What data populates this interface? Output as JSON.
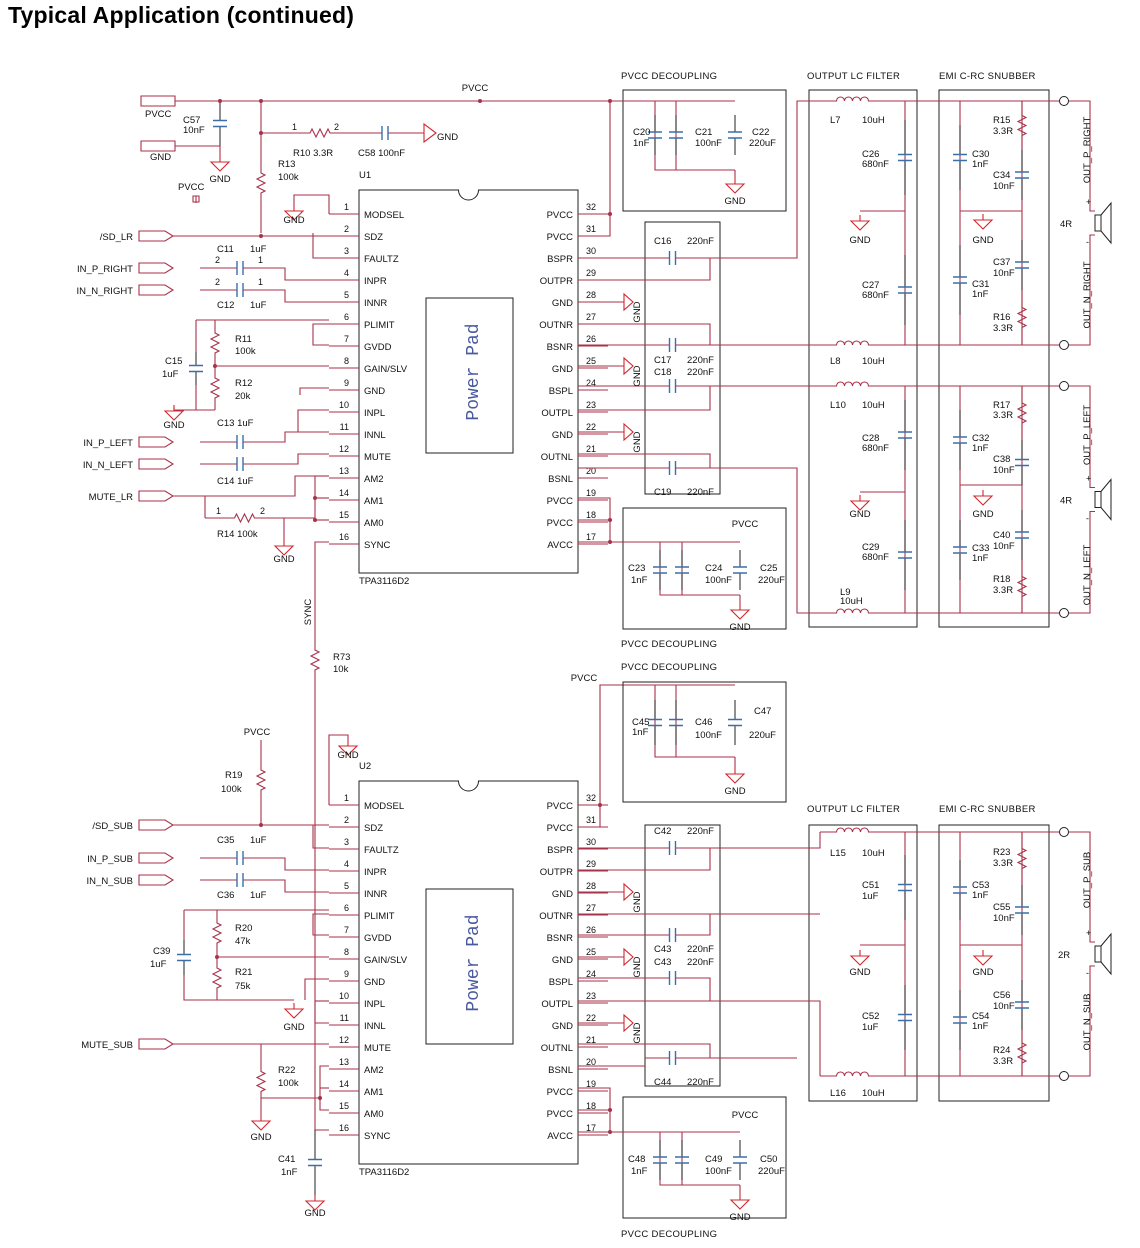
{
  "title": "Typical Application (continued)",
  "sections": {
    "pvcc_dec": "PVCC DECOUPLING",
    "lc": "OUTPUT LC FILTER",
    "emi": "EMI C-RC SNUBBER"
  },
  "ic": {
    "u1": "U1",
    "u2": "U2",
    "part": "TPA3116D2",
    "pad": "Power Pad"
  },
  "ic_pins_left": [
    {
      "n": "1",
      "l": "MODSEL"
    },
    {
      "n": "2",
      "l": "SDZ"
    },
    {
      "n": "3",
      "l": "FAULTZ"
    },
    {
      "n": "4",
      "l": "INPR"
    },
    {
      "n": "5",
      "l": "INNR"
    },
    {
      "n": "6",
      "l": "PLIMIT"
    },
    {
      "n": "7",
      "l": "GVDD"
    },
    {
      "n": "8",
      "l": "GAIN/SLV"
    },
    {
      "n": "9",
      "l": "GND"
    },
    {
      "n": "10",
      "l": "INPL"
    },
    {
      "n": "11",
      "l": "INNL"
    },
    {
      "n": "12",
      "l": "MUTE"
    },
    {
      "n": "13",
      "l": "AM2"
    },
    {
      "n": "14",
      "l": "AM1"
    },
    {
      "n": "15",
      "l": "AM0"
    },
    {
      "n": "16",
      "l": "SYNC"
    }
  ],
  "ic_pins_right": [
    {
      "n": "32",
      "l": "PVCC"
    },
    {
      "n": "31",
      "l": "PVCC"
    },
    {
      "n": "30",
      "l": "BSPR"
    },
    {
      "n": "29",
      "l": "OUTPR"
    },
    {
      "n": "28",
      "l": "GND"
    },
    {
      "n": "27",
      "l": "OUTNR"
    },
    {
      "n": "26",
      "l": "BSNR"
    },
    {
      "n": "25",
      "l": "GND"
    },
    {
      "n": "24",
      "l": "BSPL"
    },
    {
      "n": "23",
      "l": "OUTPL"
    },
    {
      "n": "22",
      "l": "GND"
    },
    {
      "n": "21",
      "l": "OUTNL"
    },
    {
      "n": "20",
      "l": "BSNL"
    },
    {
      "n": "19",
      "l": "PVCC"
    },
    {
      "n": "18",
      "l": "PVCC"
    },
    {
      "n": "17",
      "l": "AVCC"
    }
  ],
  "nets": {
    "pvcc": "PVCC",
    "gnd": "GND",
    "sync": "SYNC"
  },
  "top": {
    "ports": [
      "/SD_LR",
      "IN_P_RIGHT",
      "IN_N_RIGHT",
      "IN_P_LEFT",
      "IN_N_LEFT",
      "MUTE_LR"
    ],
    "c57": [
      "C57",
      "10nF"
    ],
    "r10": [
      "R10",
      "3.3R"
    ],
    "c58": [
      "C58",
      "100nF"
    ],
    "r13": [
      "R13",
      "100k"
    ],
    "c11": [
      "C11",
      "1uF"
    ],
    "c12": [
      "C12",
      "1uF"
    ],
    "c13": [
      "C13",
      "1uF"
    ],
    "c14": [
      "C14",
      "1uF"
    ],
    "r11": [
      "R11",
      "100k"
    ],
    "r12": [
      "R12",
      "20k"
    ],
    "c15": [
      "C15",
      "1uF"
    ],
    "r14": [
      "R14",
      "100k"
    ],
    "c20": [
      "C20",
      "1nF"
    ],
    "c21": [
      "C21",
      "100nF"
    ],
    "c22": [
      "C22",
      "220uF"
    ],
    "c16": [
      "C16",
      "220nF"
    ],
    "c17": [
      "C17",
      "220nF"
    ],
    "c18": [
      "C18",
      "220nF"
    ],
    "c19": [
      "C19",
      "220nF"
    ],
    "c23": [
      "C23",
      "1nF"
    ],
    "c24": [
      "C24",
      "100nF"
    ],
    "c25": [
      "C25",
      "220uF"
    ],
    "l7": [
      "L7",
      "10uH"
    ],
    "l8": [
      "L8",
      "10uH"
    ],
    "l10": [
      "L10",
      "10uH"
    ],
    "l9": [
      "L9",
      "10uH"
    ],
    "c26": [
      "C26",
      "680nF"
    ],
    "c27": [
      "C27",
      "680nF"
    ],
    "c28": [
      "C28",
      "680nF"
    ],
    "c29": [
      "C29",
      "680nF"
    ],
    "c30": [
      "C30",
      "1nF"
    ],
    "c34": [
      "C34",
      "10nF"
    ],
    "r15": [
      "R15",
      "3.3R"
    ],
    "c37": [
      "C37",
      "10nF"
    ],
    "c31": [
      "C31",
      "1nF"
    ],
    "r16": [
      "R16",
      "3.3R"
    ],
    "r17": [
      "R17",
      "3.3R"
    ],
    "c32": [
      "C32",
      "1nF"
    ],
    "c38": [
      "C38",
      "10nF"
    ],
    "c40": [
      "C40",
      "10nF"
    ],
    "c33": [
      "C33",
      "1nF"
    ],
    "r18": [
      "R18",
      "3.3R"
    ],
    "outs": [
      "OUT_P_RIGHT",
      "OUT_N_RIGHT",
      "OUT_P_LEFT",
      "OUT_N_LEFT"
    ],
    "spk": "4R",
    "plus": "+",
    "minus": "-",
    "r73": [
      "R73",
      "10k"
    ]
  },
  "bot": {
    "ports": [
      "/SD_SUB",
      "IN_P_SUB",
      "IN_N_SUB",
      "MUTE_SUB"
    ],
    "r19": [
      "R19",
      "100k"
    ],
    "c35": [
      "C35",
      "1uF"
    ],
    "c36": [
      "C36",
      "1uF"
    ],
    "r20": [
      "R20",
      "47k"
    ],
    "r21": [
      "R21",
      "75k"
    ],
    "c39": [
      "C39",
      "1uF"
    ],
    "r22": [
      "R22",
      "100k"
    ],
    "c41": [
      "C41",
      "1nF"
    ],
    "c45": [
      "C45",
      "1nF"
    ],
    "c46": [
      "C46",
      "100nF"
    ],
    "c47": [
      "C47",
      "220uF"
    ],
    "c42": [
      "C42",
      "220nF"
    ],
    "c43a": [
      "C43",
      "220nF"
    ],
    "c43b": [
      "C43",
      "220nF"
    ],
    "c44": [
      "C44",
      "220nF"
    ],
    "c48": [
      "C48",
      "1nF"
    ],
    "c49": [
      "C49",
      "100nF"
    ],
    "c50": [
      "C50",
      "220uF"
    ],
    "l15": [
      "L15",
      "10uH"
    ],
    "l16": [
      "L16",
      "10uH"
    ],
    "c51": [
      "C51",
      "1uF"
    ],
    "c52": [
      "C52",
      "1uF"
    ],
    "c53": [
      "C53",
      "1nF"
    ],
    "c55": [
      "C55",
      "10nF"
    ],
    "r23": [
      "R23",
      "3.3R"
    ],
    "c56": [
      "C56",
      "10nF"
    ],
    "c54": [
      "C54",
      "1nF"
    ],
    "r24": [
      "R24",
      "3.3R"
    ],
    "outs": [
      "OUT_P_SUB",
      "OUT_N_SUB"
    ],
    "spk": "2R"
  }
}
